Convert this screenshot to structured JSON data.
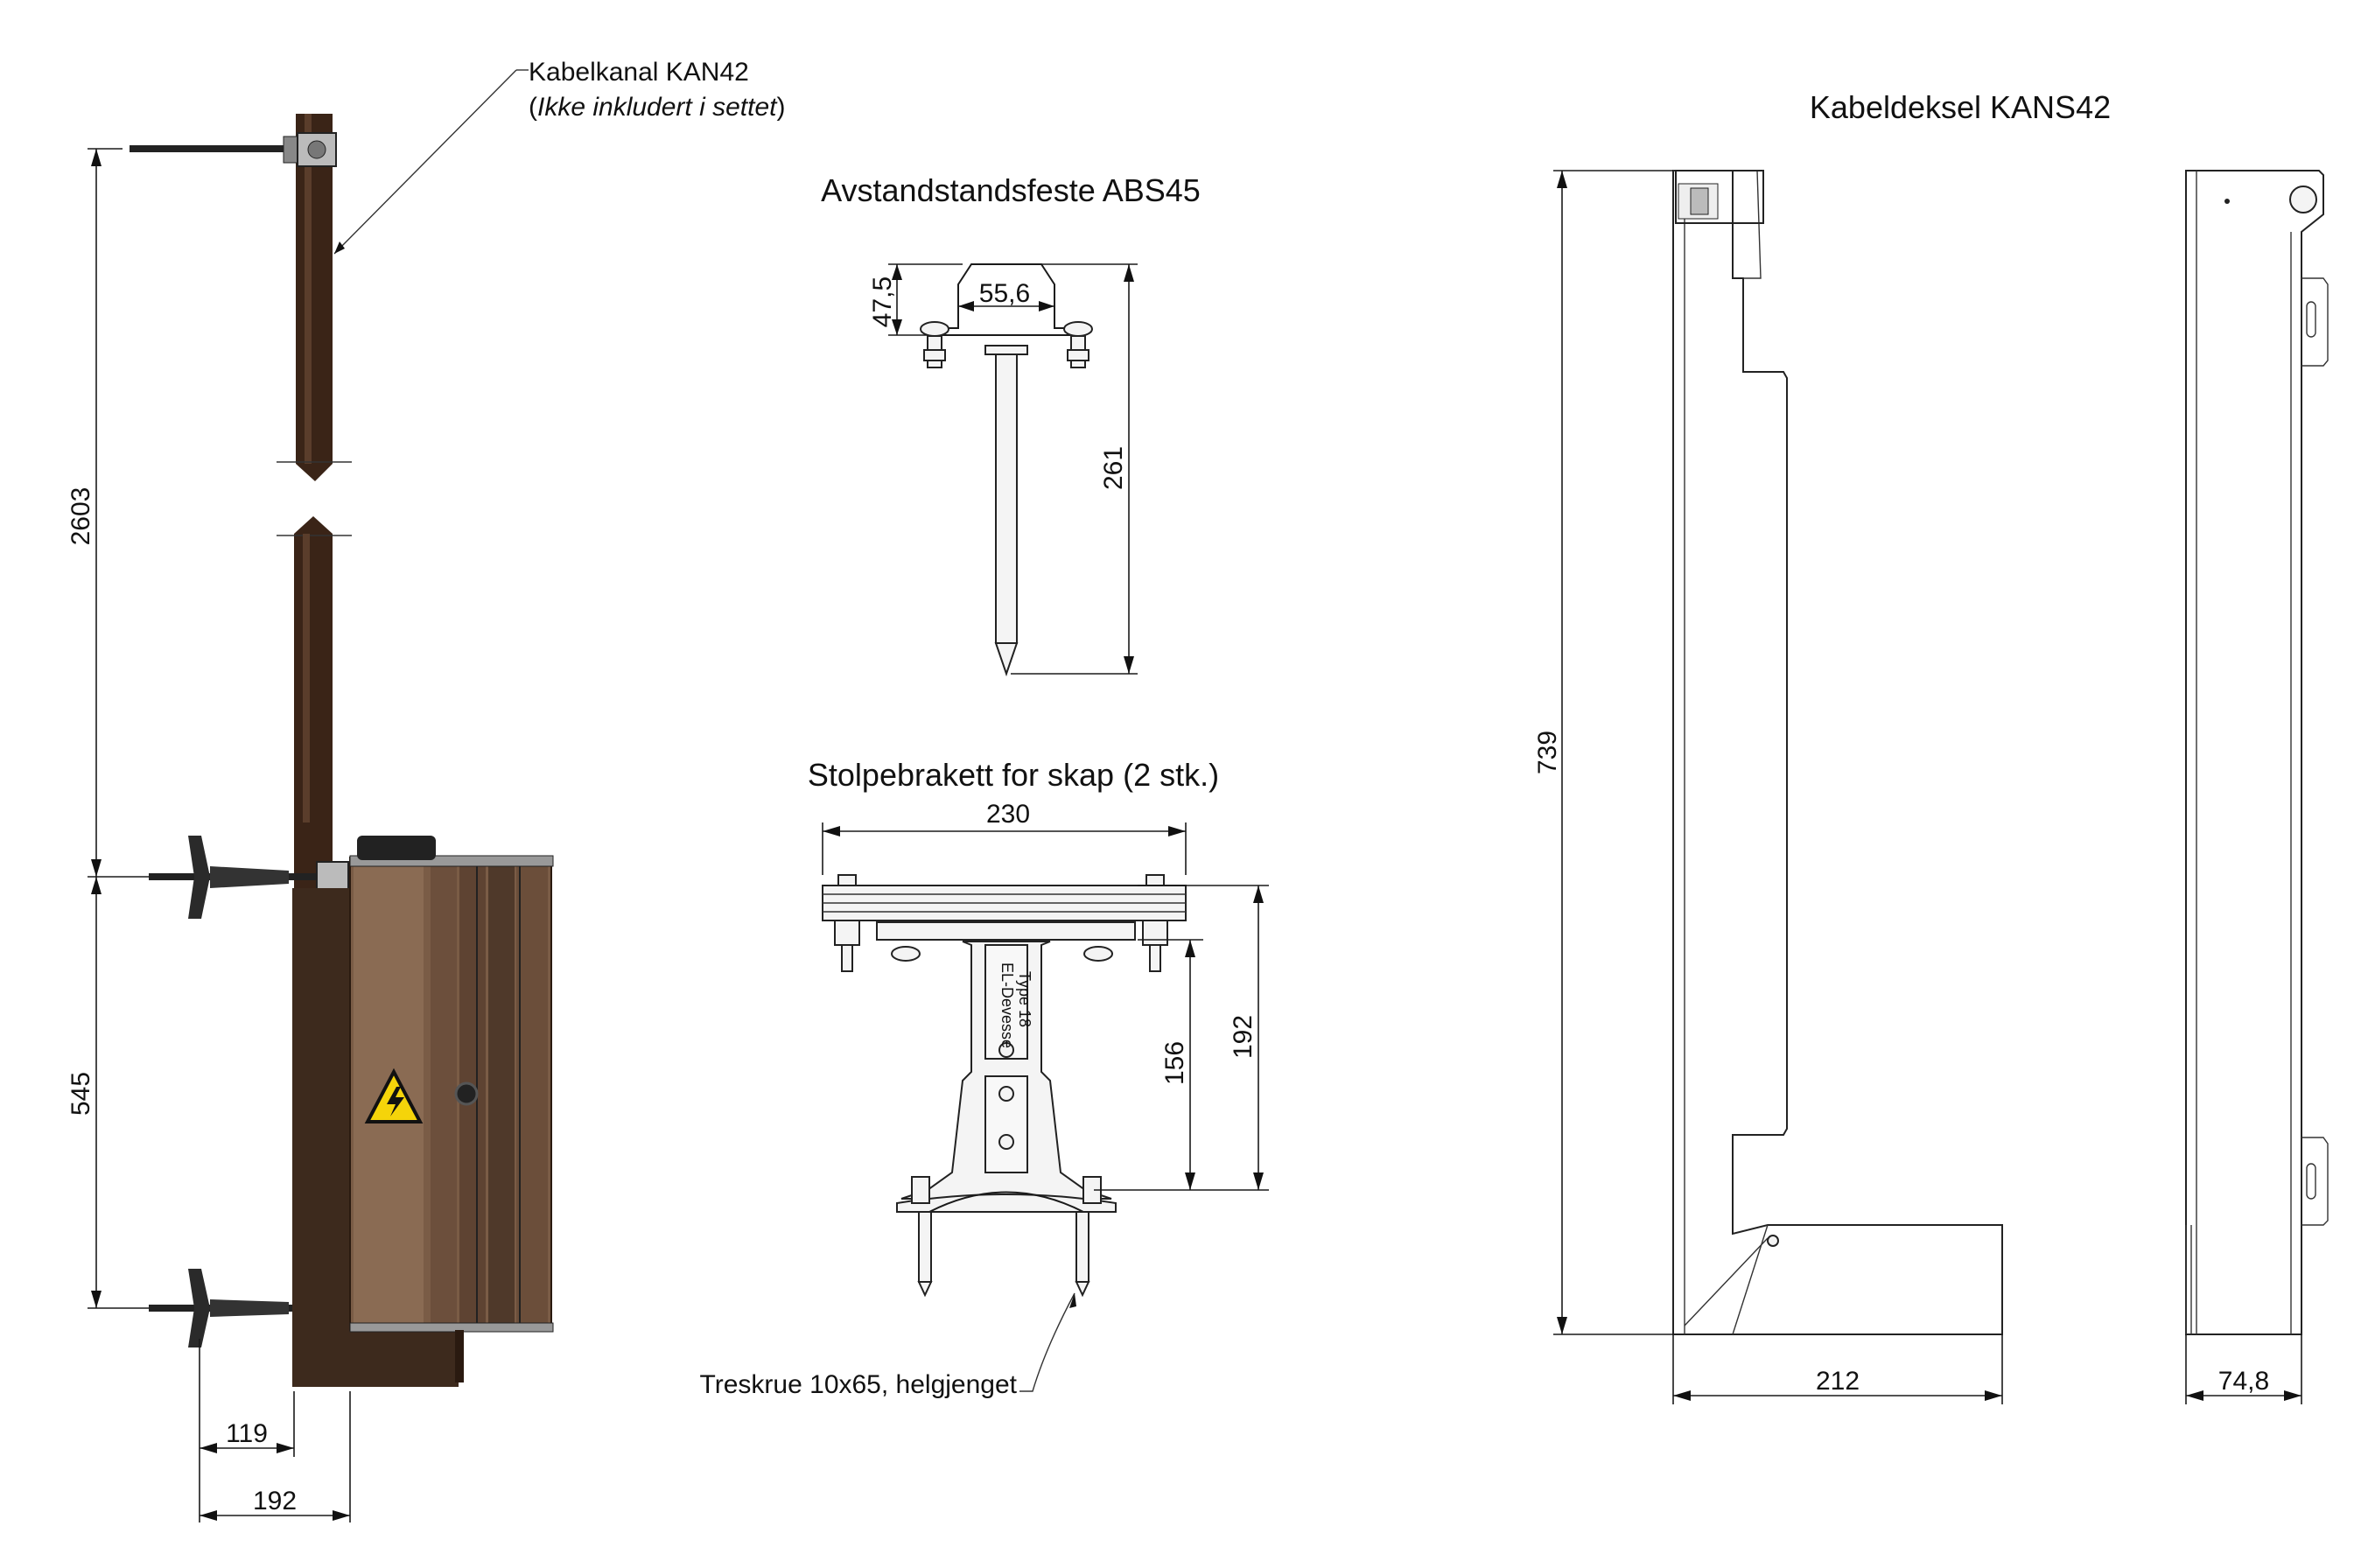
{
  "titles": {
    "abs45": "Avstandstandsfeste ABS45",
    "stolpebrakett": "Stolpebrakett for skap (2 stk.)",
    "kans42": "Kabeldeksel KANS42"
  },
  "callouts": {
    "kan42_line1": "Kabelkanal KAN42",
    "kan42_line2_open": "(",
    "kan42_line2_italic": "Ikke inkludert i settet",
    "kan42_line2_close": ")",
    "treskrue": "Treskrue 10x65, helgjenget",
    "bracket_text1": "EL-Devesse",
    "bracket_text2": "Type 18"
  },
  "dimensions": {
    "left_2603": "2603",
    "left_545": "545",
    "left_119": "119",
    "left_192": "192",
    "abs_47_5": "47,5",
    "abs_55_6": "55,6",
    "abs_261": "261",
    "brk_230": "230",
    "brk_192": "192",
    "brk_156": "156",
    "kans_739": "739",
    "kans_212": "212",
    "kans_74_8": "74,8"
  },
  "colors": {
    "channel_brown": "#3a2417",
    "cabinet_brown": "#7a5c46",
    "warning_yellow": "#f5d40a"
  }
}
